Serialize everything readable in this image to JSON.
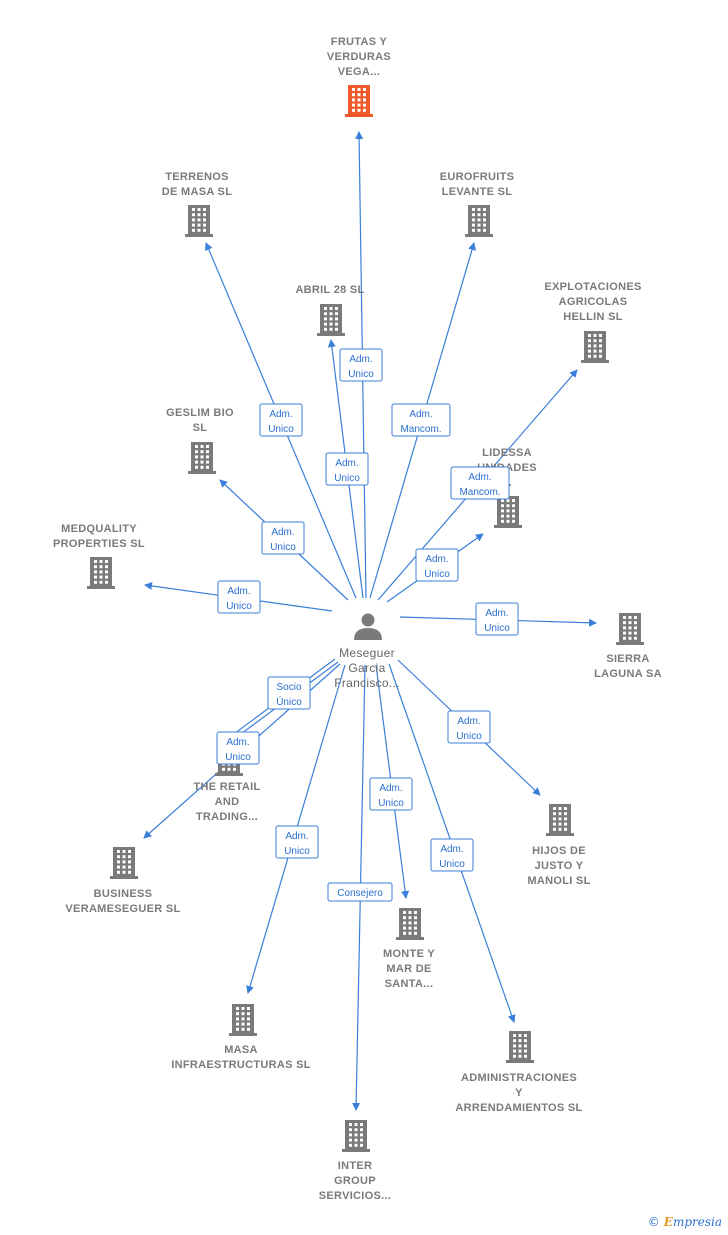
{
  "colors": {
    "edge": "#3a7fd9",
    "building": "#7a7a7a",
    "building_focus": "#f05a2a",
    "person": "#7a7a7a"
  },
  "center": {
    "name_lines": [
      "Meseguer",
      "Garcia",
      "Francisco..."
    ],
    "icon": "person-icon"
  },
  "nodes": [
    {
      "id": "frutas",
      "lines": [
        "FRUTAS Y",
        "VERDURAS",
        "VEGA..."
      ],
      "focus": true
    },
    {
      "id": "terrenos",
      "lines": [
        "TERRENOS",
        "DE MASA SL"
      ]
    },
    {
      "id": "eurofruits",
      "lines": [
        "EUROFRUITS",
        "LEVANTE  SL"
      ]
    },
    {
      "id": "abril",
      "lines": [
        "ABRIL 28  SL"
      ]
    },
    {
      "id": "explotaciones",
      "lines": [
        "EXPLOTACIONES",
        "AGRICOLAS",
        "HELLIN  SL"
      ]
    },
    {
      "id": "geslim",
      "lines": [
        "GESLIM BIO",
        "SL"
      ]
    },
    {
      "id": "lidessa",
      "lines": [
        "LIDESSA",
        "UNIDADES",
        "..."
      ]
    },
    {
      "id": "medquality",
      "lines": [
        "MEDQUALITY",
        "PROPERTIES SL"
      ]
    },
    {
      "id": "sierra",
      "lines": [
        "SIERRA",
        "LAGUNA SA"
      ]
    },
    {
      "id": "retail",
      "lines": [
        "THE RETAIL",
        "AND",
        "TRADING..."
      ]
    },
    {
      "id": "hijos",
      "lines": [
        "HIJOS DE",
        "JUSTO Y",
        "MANOLI  SL"
      ]
    },
    {
      "id": "business",
      "lines": [
        "BUSINESS",
        "VERAMESEGUER SL"
      ]
    },
    {
      "id": "monte",
      "lines": [
        "MONTE Y",
        "MAR DE",
        "SANTA..."
      ]
    },
    {
      "id": "masa",
      "lines": [
        "MASA",
        "INFRAESTRUCTURAS SL"
      ]
    },
    {
      "id": "administraciones",
      "lines": [
        "ADMINISTRACIONES",
        "Y",
        "ARRENDAMIENTOS SL"
      ]
    },
    {
      "id": "inter",
      "lines": [
        "INTER",
        "GROUP",
        "SERVICIOS..."
      ]
    }
  ],
  "edges": [
    {
      "target": "frutas",
      "label": [
        "Adm.",
        "Unico"
      ]
    },
    {
      "target": "terrenos",
      "label": [
        "Adm.",
        "Unico"
      ]
    },
    {
      "target": "eurofruits",
      "label": [
        "Adm.",
        "Mancom."
      ]
    },
    {
      "target": "abril",
      "label": [
        "Adm.",
        "Unico"
      ]
    },
    {
      "target": "explotaciones",
      "label": [
        "Adm.",
        "Mancom."
      ]
    },
    {
      "target": "geslim",
      "label": [
        "Adm.",
        "Unico"
      ]
    },
    {
      "target": "lidessa",
      "label": [
        "Adm.",
        "Unico"
      ]
    },
    {
      "target": "medquality",
      "label": [
        "Adm.",
        "Unico"
      ]
    },
    {
      "target": "sierra",
      "label": [
        "Adm.",
        "Unico"
      ]
    },
    {
      "target": "retail",
      "label": [
        "Socio",
        "Único"
      ]
    },
    {
      "target": "business",
      "label": [
        "Adm.",
        "Unico"
      ]
    },
    {
      "target": "hijos",
      "label": [
        "Adm.",
        "Unico"
      ]
    },
    {
      "target": "monte",
      "label": [
        "Adm.",
        "Unico"
      ]
    },
    {
      "target": "masa",
      "label": [
        "Adm.",
        "Unico"
      ]
    },
    {
      "target": "administraciones",
      "label": [
        "Adm.",
        "Unico"
      ]
    },
    {
      "target": "inter",
      "label": [
        "Consejero"
      ]
    }
  ],
  "footer": {
    "copyright": "©",
    "brand_initial": "E",
    "brand_rest": "mpresia"
  }
}
